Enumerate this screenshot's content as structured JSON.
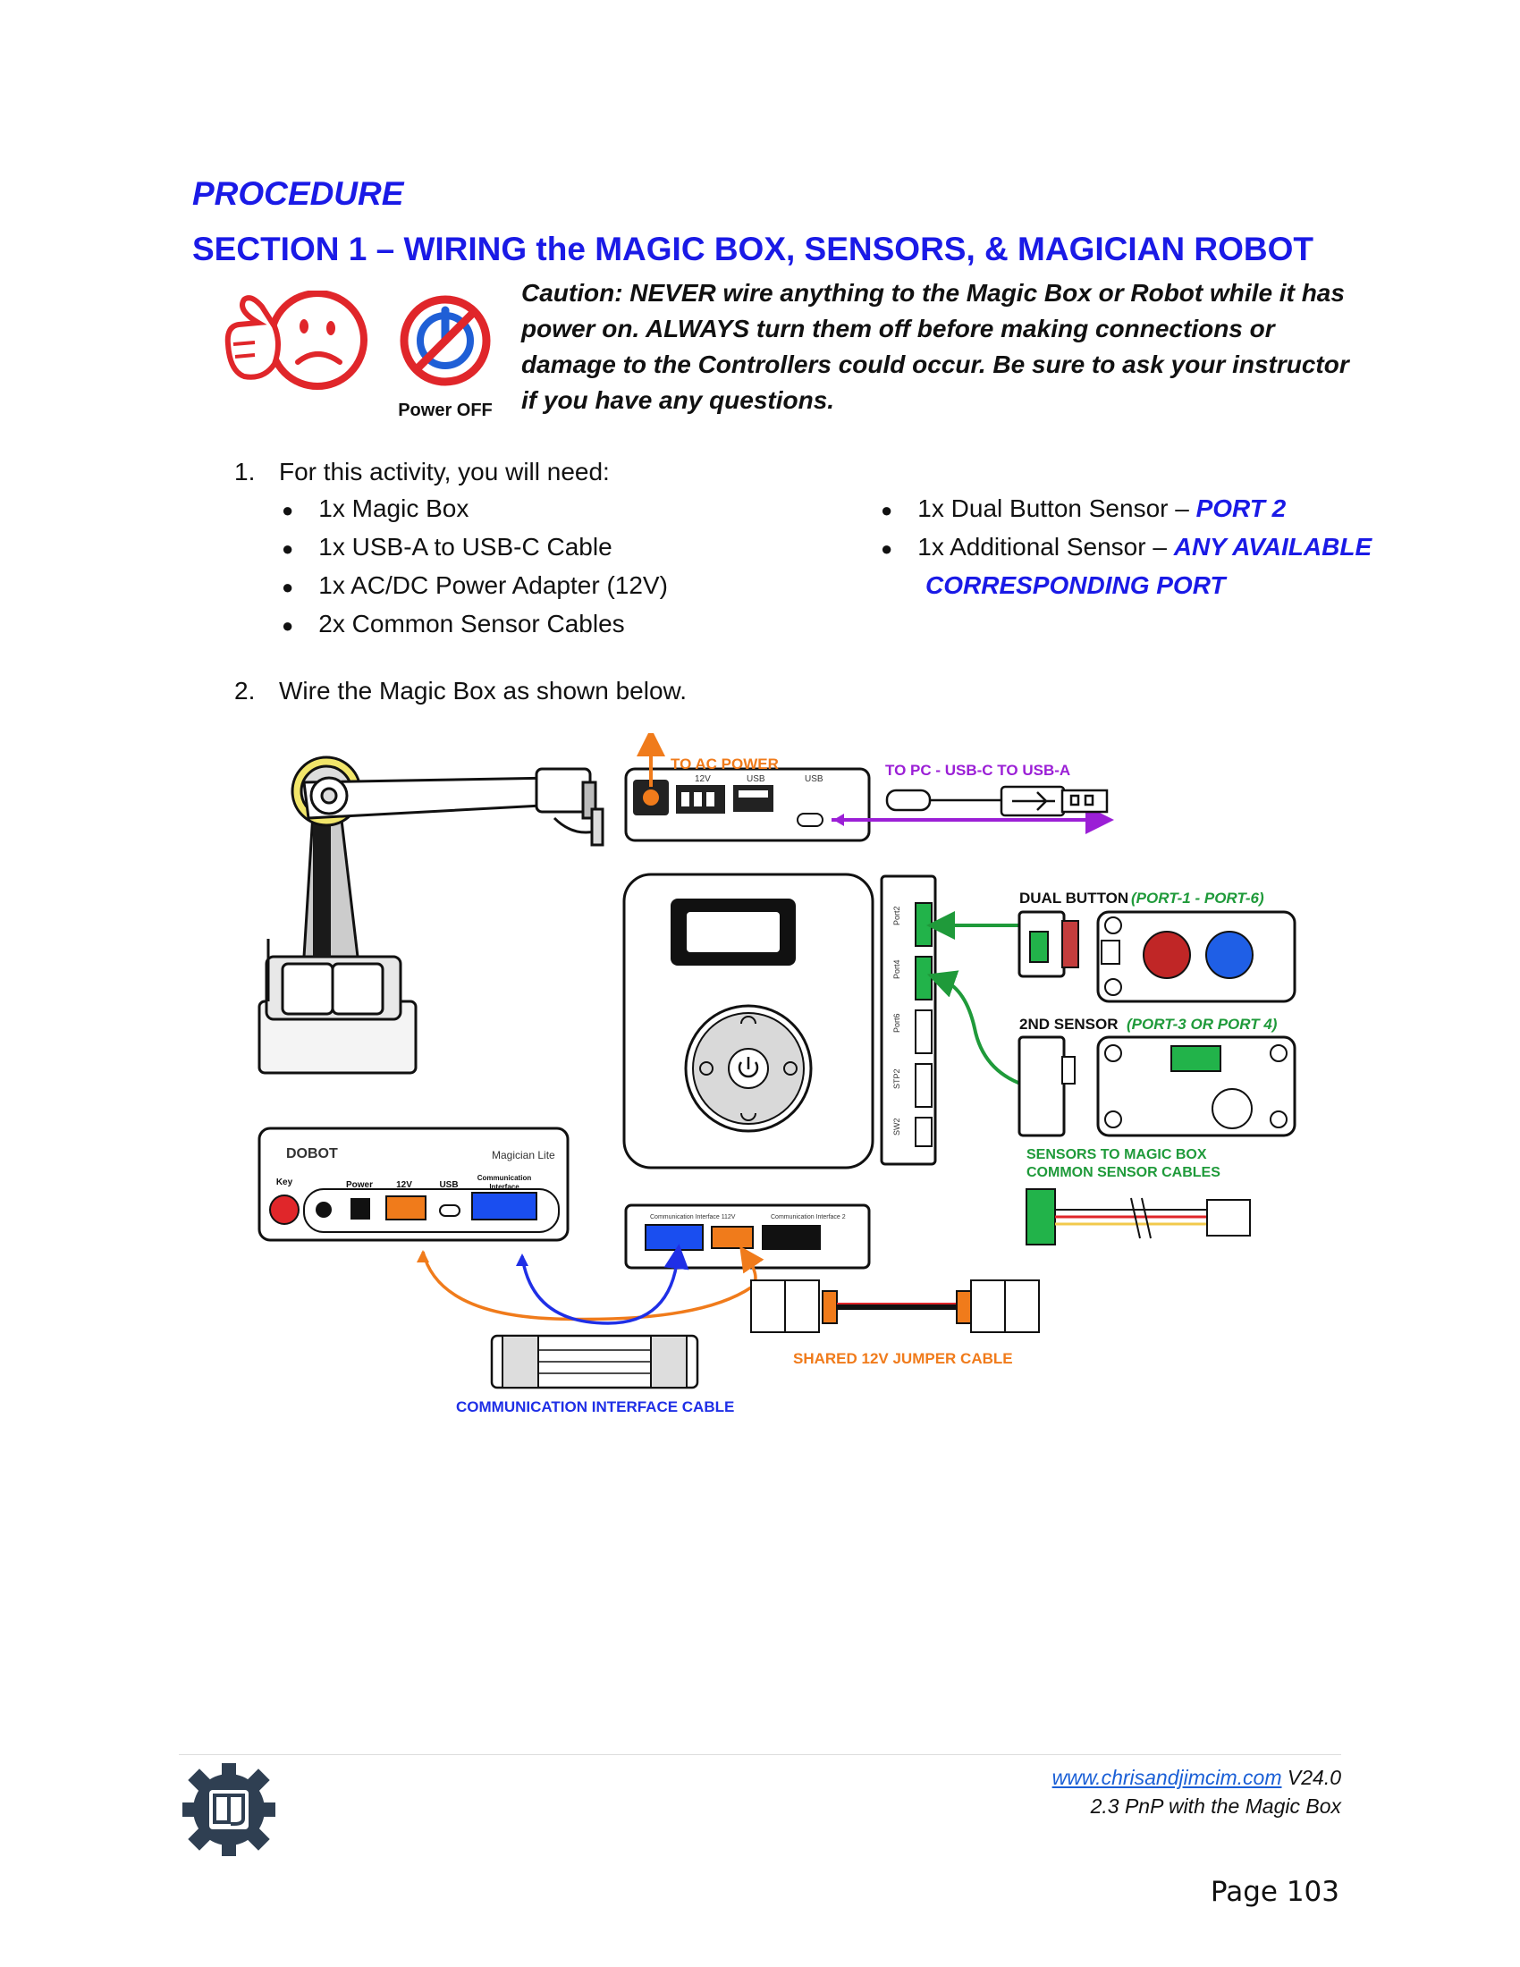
{
  "heading": {
    "procedure": "PROCEDURE",
    "section": "SECTION 1 – WIRING the MAGIC BOX, SENSORS, & MAGICIAN ROBOT"
  },
  "caution": {
    "text": "Caution: NEVER wire anything to the Magic Box or Robot while it has power on. ALWAYS turn them off before making connections or damage to the Controllers could occur. Be sure to ask your instructor if you have any questions.",
    "power_off_label": "Power OFF"
  },
  "steps": [
    {
      "number": "1.",
      "text": "For this activity, you will need:"
    },
    {
      "number": "2.",
      "text": "Wire the Magic Box as shown below."
    }
  ],
  "materials_left": [
    "1x Magic Box",
    "1x USB-A to USB-C Cable",
    "1x AC/DC Power Adapter (12V)",
    "2x Common Sensor Cables"
  ],
  "materials_right": [
    {
      "text": "1x Dual Button Sensor – ",
      "port": "PORT 2"
    },
    {
      "text": "1x Additional Sensor – ",
      "port": "ANY AVAILABLE",
      "port2": "CORRESPONDING PORT"
    }
  ],
  "diagram": {
    "to_ac_power": "TO AC POWER",
    "to_pc": "TO PC - USB-C TO USB-A",
    "dual_button": "DUAL BUTTON",
    "dual_button_ports": "(PORT-1 - PORT-6)",
    "second_sensor": "2ND SENSOR",
    "second_sensor_ports": "(PORT-3 OR PORT 4)",
    "sensors_to_box_1": "SENSORS TO MAGIC BOX",
    "sensors_to_box_2": "COMMON SENSOR CABLES",
    "shared_jumper": "SHARED 12V JUMPER CABLE",
    "comm_cable": "COMMUNICATION INTERFACE CABLE",
    "dobot_brand": "DOBOT",
    "magician_lite": "Magician Lite",
    "lbl_key": "Key",
    "lbl_power": "Power",
    "lbl_12v": "12V",
    "lbl_usb": "USB",
    "lbl_comm_1": "Communication",
    "lbl_comm_2": "Interface",
    "box_top_12v": "12V",
    "box_top_usb1": "USB",
    "box_top_usb2": "USB",
    "box_bottom_ci1": "Communication Interface 1",
    "box_bottom_12v": "12V",
    "box_bottom_ci2": "Communication Interface 2",
    "port_labels": [
      "Port2",
      "Port4",
      "Port6",
      "STP2",
      "SW2"
    ]
  },
  "colors": {
    "heading_blue": "#1a1ae6",
    "arrow_orange": "#f07b1b",
    "arrow_purple": "#9b1fd6",
    "arrow_green": "#1f9a3a",
    "arrow_blue": "#1f2fe6",
    "comm_blue": "#1a4ef0"
  },
  "footer": {
    "link": "www.chrisandjimcim.com",
    "version": " V24.0",
    "subtitle": "2.3 PnP with the Magic Box",
    "page": "Page 103"
  }
}
